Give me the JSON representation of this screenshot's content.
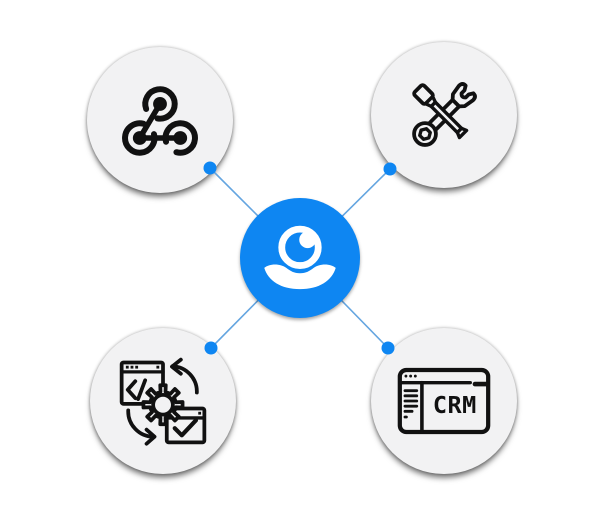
{
  "colors": {
    "accent": "#0e86f2",
    "connector": "#64a5e0",
    "node-bg": "#f2f2f3",
    "icon-stroke": "#111111",
    "icon-on-accent": "#ffffff",
    "page-bg": "#ffffff"
  },
  "diagram": {
    "hub": {
      "name": "live-chat-hub",
      "icon": "operator-webcam-icon"
    },
    "nodes": [
      {
        "name": "webhooks",
        "position": "top-left",
        "icon": "webhook-icon",
        "label": ""
      },
      {
        "name": "tools",
        "position": "top-right",
        "icon": "tools-icon",
        "label": ""
      },
      {
        "name": "automation",
        "position": "bottom-left",
        "icon": "automation-icon",
        "label": ""
      },
      {
        "name": "crm",
        "position": "bottom-right",
        "icon": "crm-browser-icon",
        "label": "CRM"
      }
    ],
    "connector_count": 4
  }
}
